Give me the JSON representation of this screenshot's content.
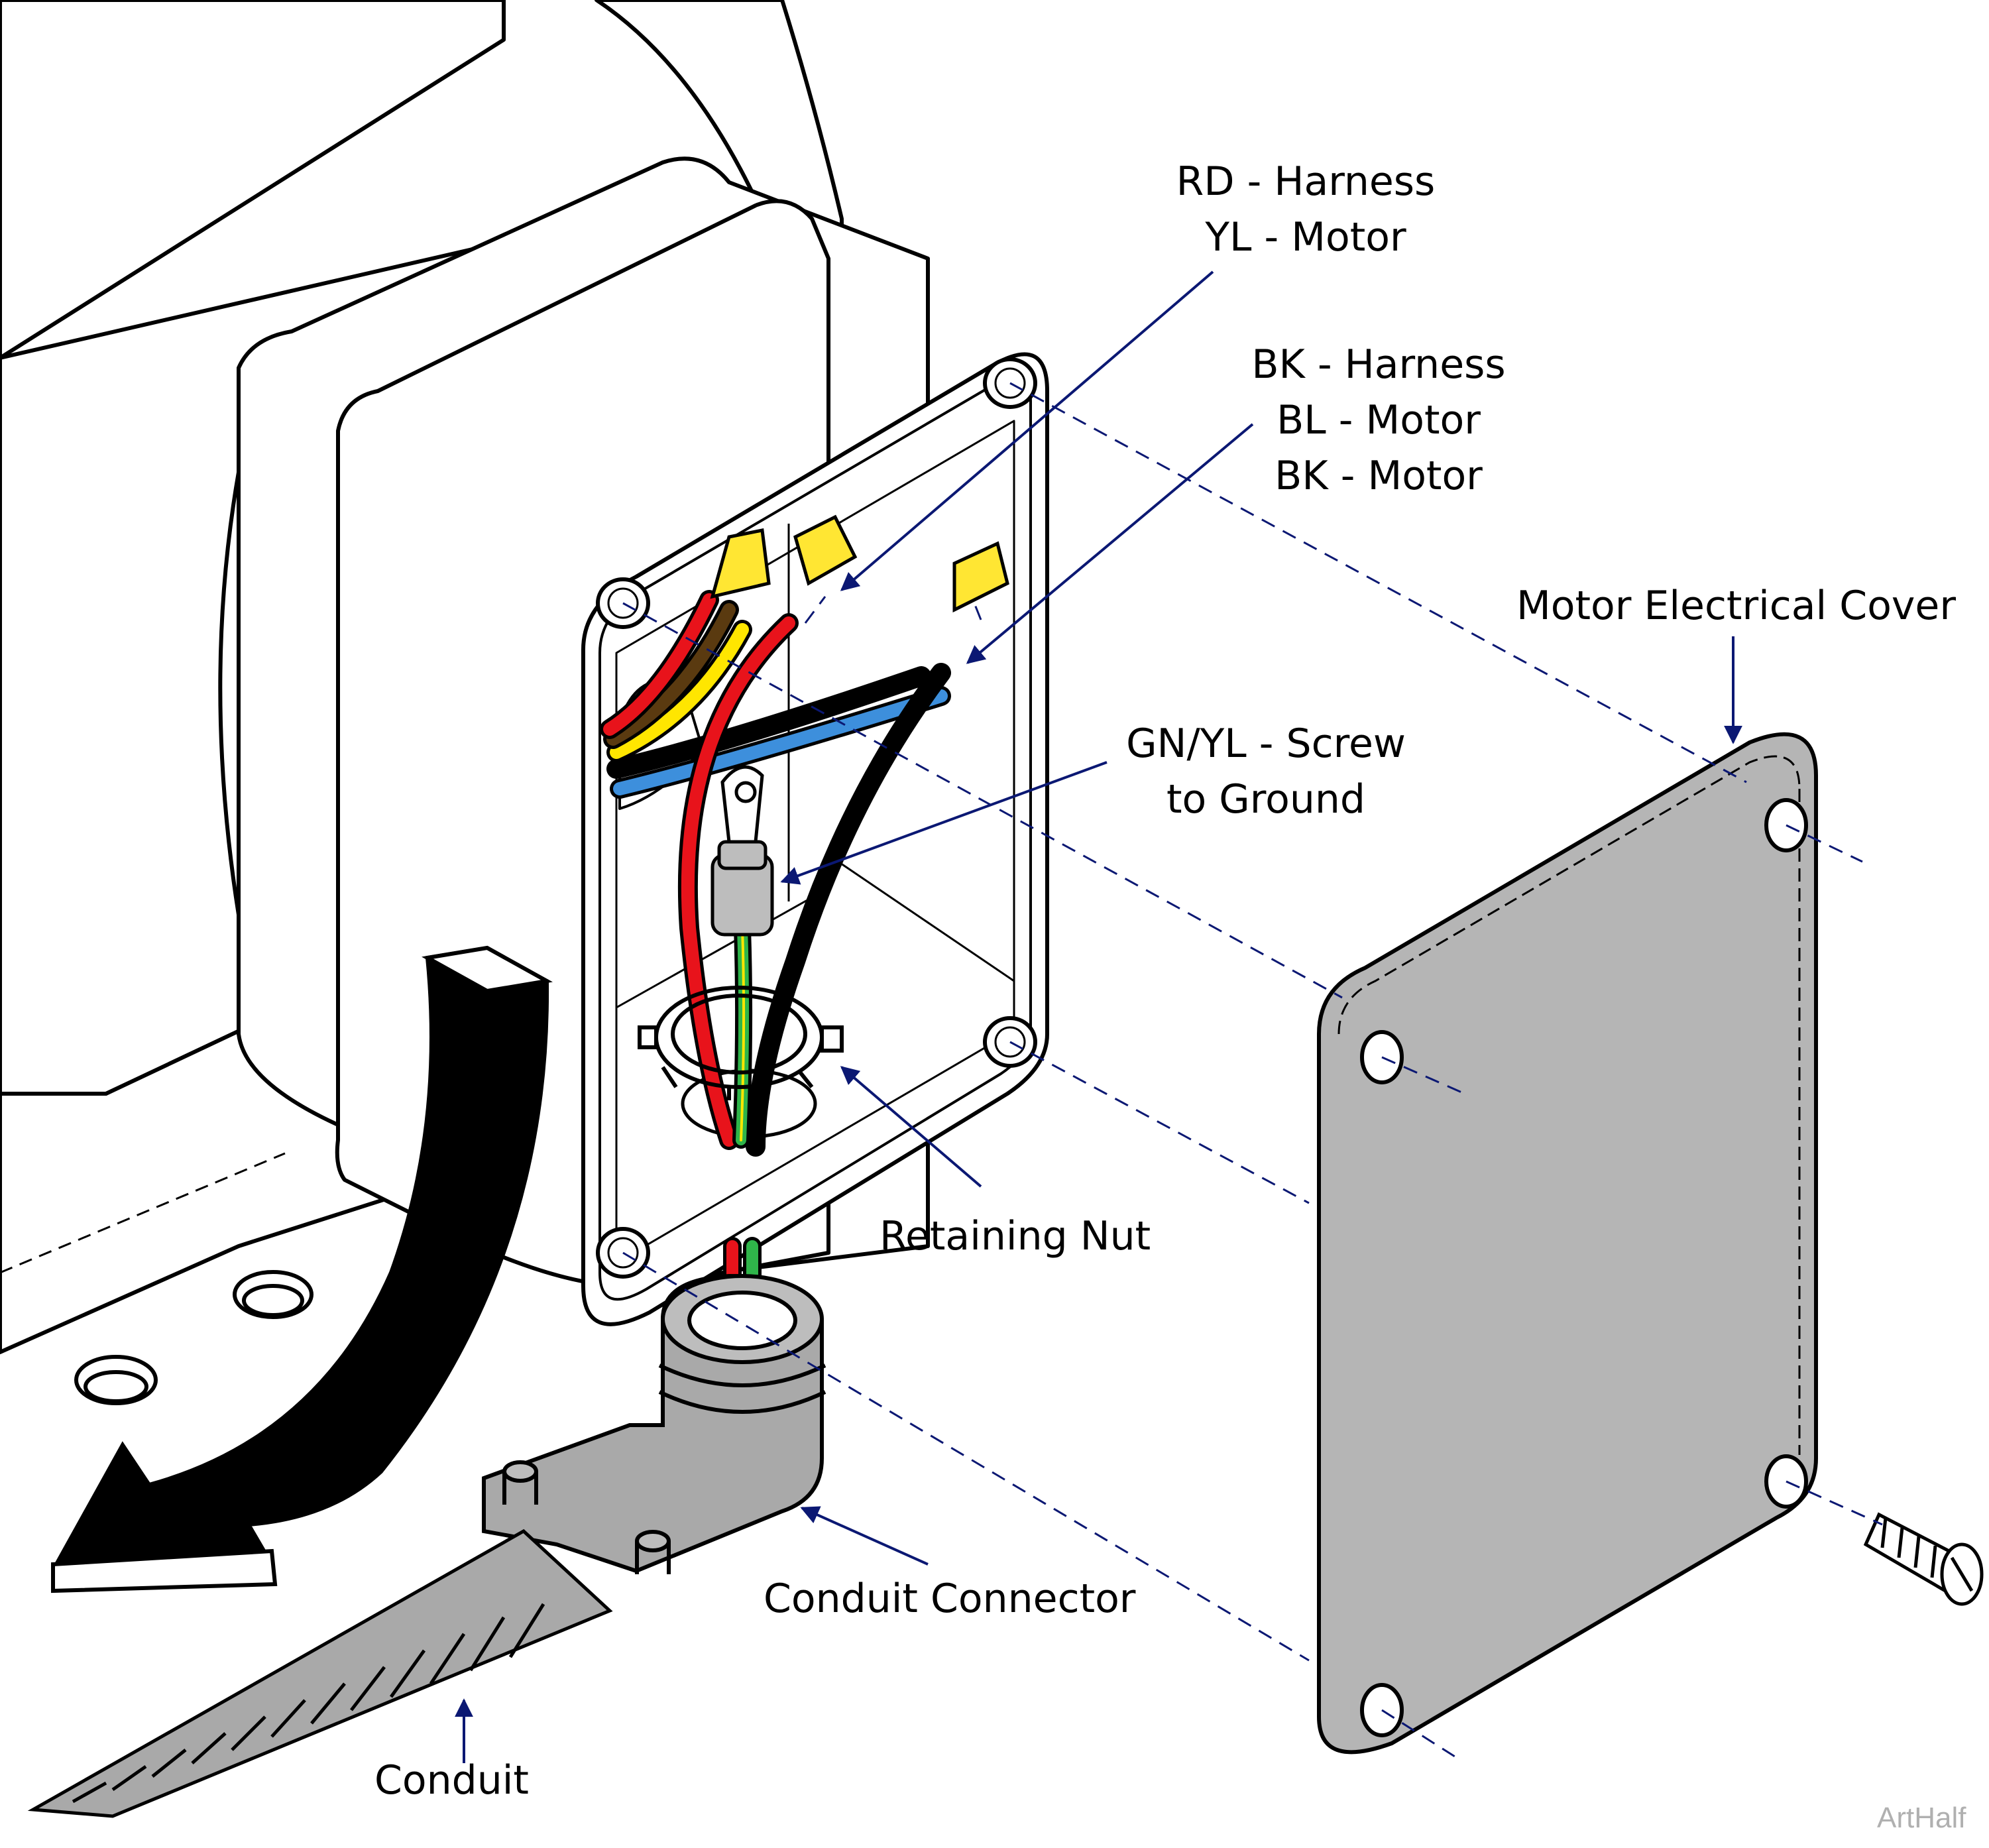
{
  "labels": {
    "rd_harness": "RD - Harness",
    "yl_motor": "YL - Motor",
    "bk_harness": "BK - Harness",
    "bl_motor": "BL - Motor",
    "bk_motor": "BK - Motor",
    "motor_electrical_cover": "Motor Electrical Cover",
    "gn_yl_screw": "GN/YL - Screw",
    "to_ground": "to Ground",
    "retaining_nut": "Retaining Nut",
    "conduit_connector": "Conduit Connector",
    "conduit": "Conduit"
  },
  "watermark": "ArtHalf",
  "colors": {
    "leader": "#0b1873",
    "outline": "#000000",
    "cover_fill": "#b5b5b5",
    "part_gray": "#a9a9a9",
    "wire_red": "#e8131b",
    "wire_yellow": "#ffe600",
    "wire_blue": "#3d8fdc",
    "wire_brown": "#5a3a10",
    "wire_green": "#2fb54a",
    "wire_black": "#000000",
    "wire_nut": "#ffe633"
  }
}
